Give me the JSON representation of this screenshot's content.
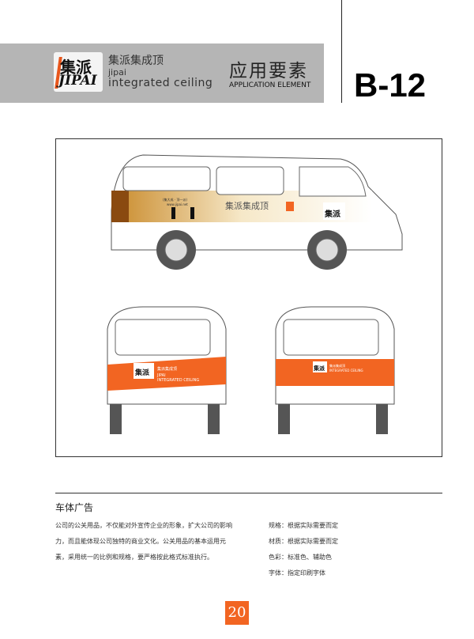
{
  "header": {
    "logo": {
      "cn": "集派",
      "en": "JIPAI"
    },
    "company_cn": "集派集成顶",
    "company_en_1": "jipai",
    "company_en_2": "integrated ceiling",
    "section_cn": "应用要素",
    "section_en": "APPLICATION ELEMENT",
    "code": "B-12"
  },
  "illustration": {
    "side_slogan": "集派集成顶",
    "side_url": "www.jipai.net",
    "side_small": "(集大成 · 顶一派)",
    "rear_cn": "集派集成顶",
    "rear_logo": "集派",
    "rear_logo_en": "JIPAI",
    "rear_en": "INTEGRATED CEILING"
  },
  "content": {
    "title": "车体广告",
    "paragraph": [
      "公司的公关用品，不仅能对外宣传企业的形象，扩大公司的影响",
      "力，而且能体现公司独特的商业文化。公关用品的基本运用元",
      "素，采用统一的比例和规格，要严格按此格式标准执行。"
    ],
    "specs": [
      "规格：根据实际需要而定",
      "材质：根据实际需要而定",
      "色彩：标准色、辅助色",
      "字体：指定印刷字体"
    ]
  },
  "page_number": "20",
  "colors": {
    "accent": "#f26522",
    "band": "#b5b5b5"
  }
}
